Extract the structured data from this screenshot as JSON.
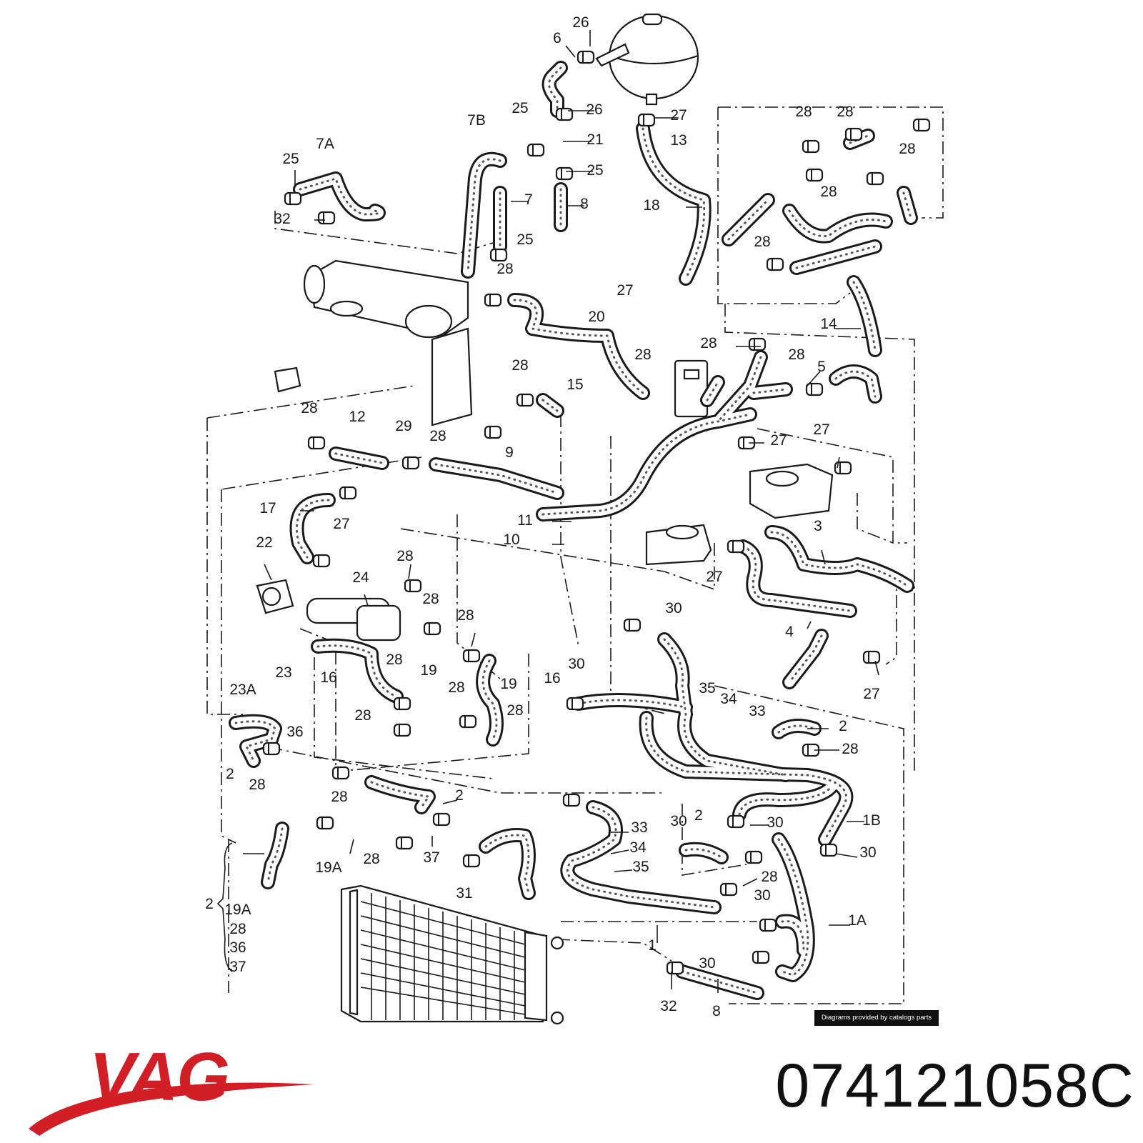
{
  "credit": "Diagrams provided by catalogs parts",
  "brand": "VAG",
  "part_number": "074121058C",
  "colors": {
    "brand_red": "#d21f26",
    "ink": "#1a1a1a"
  },
  "callouts": [
    {
      "id": "c1",
      "text": "26"
    },
    {
      "id": "c2",
      "text": "6"
    },
    {
      "id": "c3",
      "text": "25"
    },
    {
      "id": "c4",
      "text": "26"
    },
    {
      "id": "c5",
      "text": "27"
    },
    {
      "id": "c6",
      "text": "7B"
    },
    {
      "id": "c7",
      "text": "21"
    },
    {
      "id": "c8",
      "text": "25"
    },
    {
      "id": "c9",
      "text": "7A"
    },
    {
      "id": "c10",
      "text": "25"
    },
    {
      "id": "c11",
      "text": "32"
    },
    {
      "id": "c12",
      "text": "7"
    },
    {
      "id": "c13",
      "text": "8"
    },
    {
      "id": "c14",
      "text": "18"
    },
    {
      "id": "c15",
      "text": "13"
    },
    {
      "id": "c16",
      "text": "28"
    },
    {
      "id": "c17",
      "text": "28"
    },
    {
      "id": "c18",
      "text": "28"
    },
    {
      "id": "c19",
      "text": "28"
    },
    {
      "id": "c20",
      "text": "28"
    },
    {
      "id": "c21",
      "text": "25"
    },
    {
      "id": "c22",
      "text": "28"
    },
    {
      "id": "c23",
      "text": "27"
    },
    {
      "id": "c24",
      "text": "20"
    },
    {
      "id": "c25",
      "text": "14"
    },
    {
      "id": "c26",
      "text": "28"
    },
    {
      "id": "c27",
      "text": "28"
    },
    {
      "id": "c28",
      "text": "28"
    },
    {
      "id": "c29",
      "text": "5"
    },
    {
      "id": "c30",
      "text": "28"
    },
    {
      "id": "c31",
      "text": "15"
    },
    {
      "id": "c32",
      "text": "28"
    },
    {
      "id": "c33",
      "text": "12"
    },
    {
      "id": "c34",
      "text": "29"
    },
    {
      "id": "c35",
      "text": "28"
    },
    {
      "id": "c36",
      "text": "27"
    },
    {
      "id": "c37",
      "text": "27"
    },
    {
      "id": "c38",
      "text": "9"
    },
    {
      "id": "c39",
      "text": "17"
    },
    {
      "id": "c40",
      "text": "27"
    },
    {
      "id": "c41",
      "text": "11"
    },
    {
      "id": "c42",
      "text": "10"
    },
    {
      "id": "c43",
      "text": "3"
    },
    {
      "id": "c44",
      "text": "22"
    },
    {
      "id": "c45",
      "text": "28"
    },
    {
      "id": "c46",
      "text": "24"
    },
    {
      "id": "c47",
      "text": "28"
    },
    {
      "id": "c48",
      "text": "27"
    },
    {
      "id": "c49",
      "text": "30"
    },
    {
      "id": "c50",
      "text": "28"
    },
    {
      "id": "c51",
      "text": "4"
    },
    {
      "id": "c52",
      "text": "23"
    },
    {
      "id": "c53",
      "text": "16"
    },
    {
      "id": "c54",
      "text": "28"
    },
    {
      "id": "c55",
      "text": "19"
    },
    {
      "id": "c56",
      "text": "19"
    },
    {
      "id": "c57",
      "text": "16"
    },
    {
      "id": "c58",
      "text": "30"
    },
    {
      "id": "c59",
      "text": "27"
    },
    {
      "id": "c60",
      "text": "23A"
    },
    {
      "id": "c61",
      "text": "28"
    },
    {
      "id": "c62",
      "text": "28"
    },
    {
      "id": "c63",
      "text": "28"
    },
    {
      "id": "c64",
      "text": "35"
    },
    {
      "id": "c65",
      "text": "34"
    },
    {
      "id": "c66",
      "text": "33"
    },
    {
      "id": "c67",
      "text": "2"
    },
    {
      "id": "c68",
      "text": "36"
    },
    {
      "id": "c69",
      "text": "28"
    },
    {
      "id": "c70",
      "text": "2"
    },
    {
      "id": "c71",
      "text": "28"
    },
    {
      "id": "c72",
      "text": "28"
    },
    {
      "id": "c73",
      "text": "2"
    },
    {
      "id": "c74",
      "text": "30"
    },
    {
      "id": "c75",
      "text": "2"
    },
    {
      "id": "c76",
      "text": "30"
    },
    {
      "id": "c77",
      "text": "33"
    },
    {
      "id": "c78",
      "text": "1B"
    },
    {
      "id": "c79",
      "text": "34"
    },
    {
      "id": "c80",
      "text": "30"
    },
    {
      "id": "c81",
      "text": "37"
    },
    {
      "id": "c82",
      "text": "19A"
    },
    {
      "id": "c83",
      "text": "28"
    },
    {
      "id": "c84",
      "text": "35"
    },
    {
      "id": "c85",
      "text": "28"
    },
    {
      "id": "c86",
      "text": "31"
    },
    {
      "id": "c87",
      "text": "30"
    },
    {
      "id": "c88",
      "text": "2"
    },
    {
      "id": "c89",
      "text": "19A"
    },
    {
      "id": "c90",
      "text": "1A"
    },
    {
      "id": "c91",
      "text": "28"
    },
    {
      "id": "c92",
      "text": "1"
    },
    {
      "id": "c93",
      "text": "36"
    },
    {
      "id": "c94",
      "text": "30"
    },
    {
      "id": "c95",
      "text": "37"
    },
    {
      "id": "c96",
      "text": "32"
    },
    {
      "id": "c97",
      "text": "8"
    }
  ]
}
